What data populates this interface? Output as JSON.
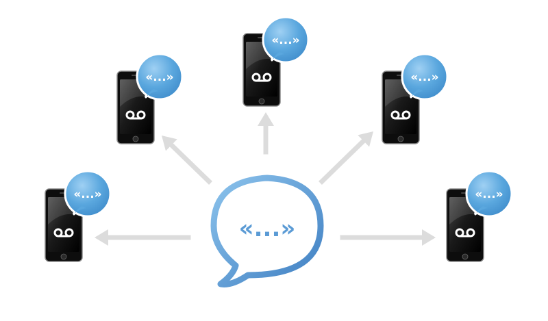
{
  "diagram": {
    "central_bubble": {
      "text": "«...»",
      "icon": "speech-bubble-icon",
      "stroke_color": "#5b9bd5",
      "text_color": "#5b9bd5"
    },
    "receiver_bubble": {
      "text": "«...»",
      "fill_color": "#5aa7de",
      "text_color": "#ffffff"
    },
    "phone": {
      "icon": "voicemail-icon",
      "body_color": "#111111"
    },
    "arrow_color": "#dcdcdc",
    "receivers": [
      {
        "id": "far-left"
      },
      {
        "id": "upper-left"
      },
      {
        "id": "top-center"
      },
      {
        "id": "upper-right"
      },
      {
        "id": "far-right"
      }
    ]
  }
}
